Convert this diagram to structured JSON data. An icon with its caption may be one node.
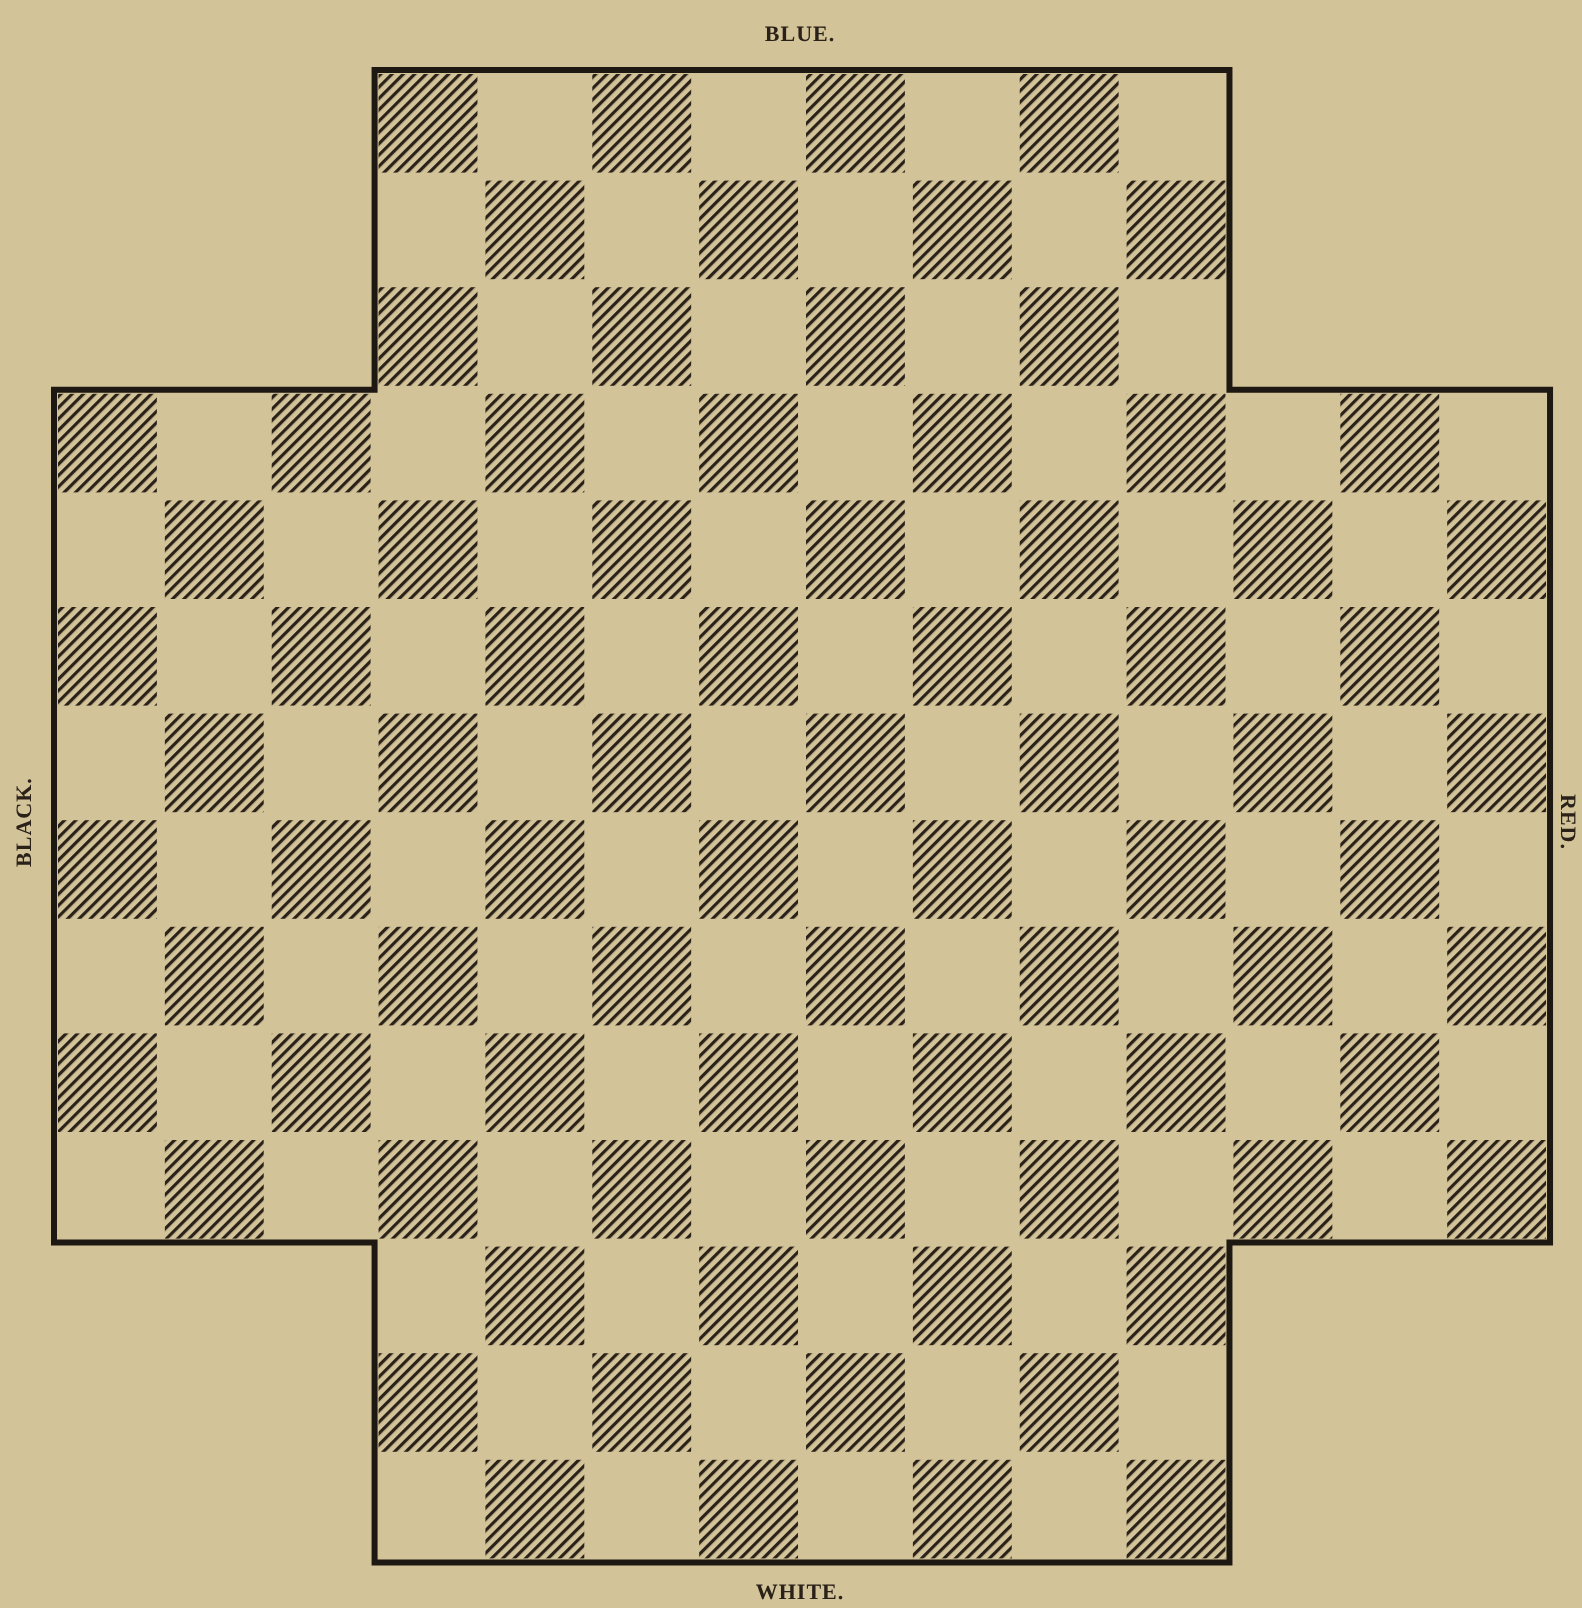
{
  "diagram": {
    "labels": [
      "BLUE.",
      "BLACK.",
      "RED.",
      "WHITE."
    ]
  }
}
